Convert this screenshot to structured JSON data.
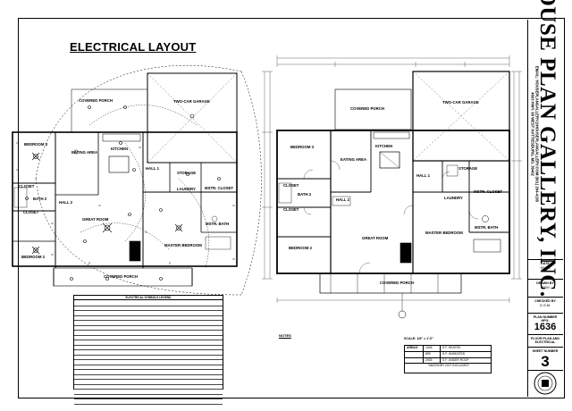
{
  "sheet": {
    "plan_title": "ELECTRICAL LAYOUT",
    "company": "HOUSE PLAN GALLERY, INC.",
    "address_line1": "4603 HWY. 98 WEST  HATTIESBURG, MS. 39402",
    "address_line2": "EMAIL: HOUSEPLANGALLERY@HOUSEPLANGALLERY.COM  (601) 264-4165"
  },
  "title_block": {
    "date_caption": "DATE",
    "date_value": "9/1/10",
    "drawn_caption": "DRAWN BY",
    "drawn_value": "GSM",
    "checked_caption": "CHECKED BY",
    "checked_value": "G.S.M.",
    "plan_caption": "PLAN NUMBER",
    "plan_prefix": "HPG-",
    "plan_number": "1636",
    "sheet_desc": "FLOOR PLAN AND ELECTRICAL",
    "sheet_caption": "SHEET NUMBER",
    "sheet_number": "3"
  },
  "rooms_left": {
    "covered_porch_rear": "COVERED PORCH",
    "garage": "TWO-CAR GARAGE",
    "bedroom3": "BEDROOM 3",
    "eating": "EATING AREA",
    "kitchen": "KITCHEN",
    "closet1": "CLOSET",
    "bath2": "BATH 2",
    "closet2": "CLOSET",
    "hall2": "HALL 2",
    "great_room": "GREAT ROOM",
    "hall1": "HALL 1",
    "storage": "STORAGE",
    "mstr_closet": "MSTR. CLOSET",
    "laundry": "LAUNDRY",
    "bedroom2": "BEDROOM 2",
    "master_bedroom": "MASTER BEDROOM",
    "mstr_bath": "MSTR. BATH",
    "covered_porch_front": "COVERED PORCH"
  },
  "rooms_right": {
    "covered_porch_rear": "COVERED PORCH",
    "garage": "TWO-CAR GARAGE",
    "bedroom3": "BEDROOM 3",
    "eating": "EATING AREA",
    "kitchen": "KITCHEN",
    "storage": "STORAGE",
    "closet1": "CLOSET",
    "bath2": "BATH 2",
    "closet2": "CLOSET",
    "hall2": "HALL 2",
    "great_room": "GREAT ROOM",
    "hall1": "HALL 1",
    "laundry": "LAUNDRY",
    "mstr_closet": "MSTR. CLOSET",
    "master_bedroom": "MASTER BEDROOM",
    "mstr_bath": "MSTR. BATH",
    "bedroom2": "BEDROOM 2",
    "covered_porch_front": "COVERED PORCH"
  },
  "legend": {
    "title": "ELECTRICAL SYMBOLS LEGEND"
  },
  "notes": {
    "title": "NOTES"
  },
  "scale": "SCALE: 1/8\" = 1'-0\"",
  "areas": {
    "caption": "AREAS:",
    "rows": [
      {
        "value": "1636",
        "label": "S.F. HEATED"
      },
      {
        "value": "899",
        "label": "S.F. UNHEATED"
      },
      {
        "value": "2535",
        "label": "S.F. UNDER ROOF"
      }
    ],
    "note": "*MASONRY NOT INCLUDED*"
  }
}
